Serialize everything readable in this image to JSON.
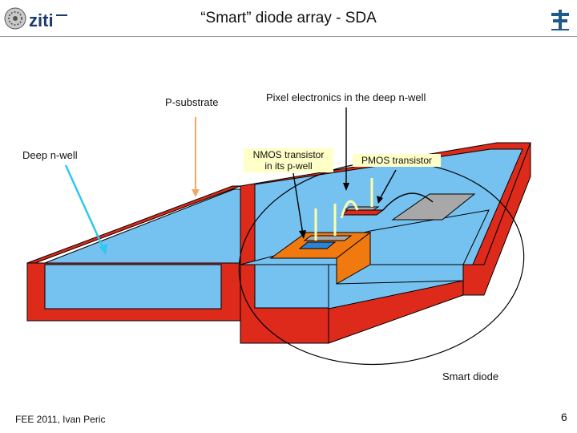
{
  "slide": {
    "title": "“Smart” diode array - SDA",
    "footer": "FEE 2011, Ivan Peric",
    "page_number": "6"
  },
  "logos": {
    "left": {
      "icon": "ziti-logo-icon",
      "text": "ziti"
    },
    "right": {
      "icon": "institute-emblem-icon"
    }
  },
  "labels": {
    "p_substrate": "P-substrate",
    "pixel_electronics": "Pixel electronics in the deep n-well",
    "deep_nwell": "Deep n-well",
    "nmos_line1": "NMOS transistor",
    "nmos_line2": "in its p-well",
    "pmos": "PMOS transistor",
    "smart_diode": "Smart diode"
  },
  "colors": {
    "substrate_red": "#dd2a1b",
    "nwell_blue": "#75c1ef",
    "pwell_orange": "#f07a10",
    "metal_gray": "#a8a8a8",
    "label_box": "#ffffc8"
  }
}
